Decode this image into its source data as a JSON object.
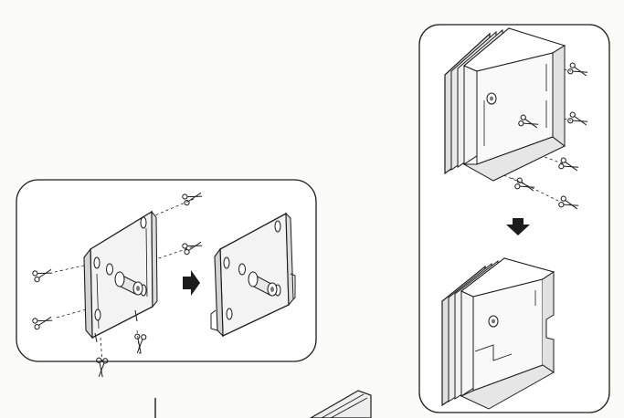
{
  "image": {
    "kind": "installation-instruction-illustration",
    "text": []
  },
  "figures": [
    {
      "id": "backplate-trim",
      "panel": "left",
      "scissor_cut_marks": 6,
      "arrow": "right"
    },
    {
      "id": "casing-trim",
      "panel": "right",
      "scissor_cut_marks": 6,
      "arrow": "down"
    }
  ],
  "colors": {
    "ink": "#1c1c1c",
    "paper": "#fbfbf8",
    "panel_fill": "#ffffff",
    "shade": "#cfcfcf"
  },
  "icons": [
    "scissor-icon",
    "arrow-right-icon",
    "arrow-down-icon"
  ]
}
